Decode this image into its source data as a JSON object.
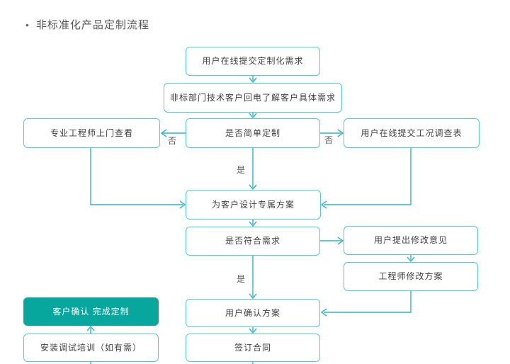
{
  "title": {
    "bullet": "•",
    "text": "非标准化产品定制流程"
  },
  "colors": {
    "connector": "#2fb6c4",
    "box_border": "#4dcdd5",
    "filled": "#07a79e",
    "text": "#404040",
    "label": "#595959"
  },
  "nodes": {
    "submit_request": "用户在线提交定制化需求",
    "callback": "非标部门技术客户回电了解客户具体需求",
    "engineer_visit": "专业工程师上门查看",
    "simple_custom": "是否简单定制",
    "survey": "用户在线提交工况调查表",
    "design": "为客户设计专属方案",
    "fit_need": "是否符合需求",
    "feedback": "用户提出修改意见",
    "revise": "工程师修改方案",
    "confirm_plan": "用户确认方案",
    "sign": "签订合同",
    "complete": "客户确认 完成定制",
    "install": "安装调试培训（如有需）"
  },
  "edge_labels": {
    "no_left": "否",
    "no_right": "否",
    "yes_1": "是",
    "yes_2": "是"
  }
}
